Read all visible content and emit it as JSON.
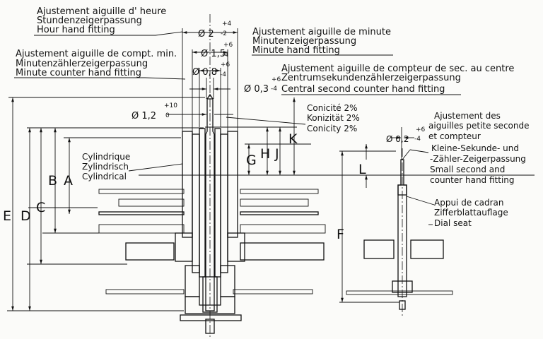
{
  "hour_hand": {
    "fr": "Ajustement aiguille d' heure",
    "de": "Stundenzeigerpassung",
    "en": "Hour hand fitting",
    "diameter": "Ø 2",
    "tol_upper": "+4",
    "tol_lower": "-2"
  },
  "minute_hand": {
    "fr": "Ajustement aiguille de minute",
    "de": "Minutenzeigerpassung",
    "en": "Minute hand fitting",
    "diameter": "Ø 1,5",
    "tol_upper": "+6",
    "tol_lower": "-4"
  },
  "minute_counter": {
    "fr": "Ajustement aiguille de compt. min.",
    "de": "Minutenzählerzeigerpassung",
    "en": "Minute counter hand fitting",
    "diameter": "Ø 0,8",
    "tol_upper": "+6",
    "tol_lower": "-4"
  },
  "central_second": {
    "fr": "Ajustement aiguille de compteur de sec. au centre",
    "de": "Zentrumsekundenzählerzeigerpassung",
    "en": "Central second counter hand fitting",
    "diameter": "Ø 0,3",
    "tol_upper": "+6",
    "tol_lower": "-4"
  },
  "arbor": {
    "diameter": "Ø 1,2",
    "tol_upper": "+10",
    "tol_lower": "0"
  },
  "conicity": {
    "fr": "Conicité 2%",
    "de": "Konizität 2%",
    "en": "Conicity 2%"
  },
  "cylindrical": {
    "fr": "Cylindrique",
    "de": "Zylindrisch",
    "en": "Cylindrical"
  },
  "small_second": {
    "line1": "Ajustement des",
    "line2": "aiguilles petite seconde",
    "line3": "et compteur",
    "line4": "Kleine-Sekunde- und",
    "line5": "-Zähler-Zeigerpassung",
    "line6": "Small second and",
    "line7": "counter hand fitting",
    "diameter": "Ø 0,2",
    "tol_upper": "+6",
    "tol_lower": "-4"
  },
  "dial_seat": {
    "fr": "Appui de cadran",
    "de": "Zifferblattauflage",
    "en": "Dial seat"
  },
  "dimension_letters": {
    "A": "A",
    "B": "B",
    "C": "C",
    "D": "D",
    "E": "E",
    "F": "F",
    "G": "G",
    "H": "H",
    "J": "J",
    "K": "K",
    "L": "L"
  },
  "colors": {
    "ink": "#111111",
    "paper": "#fbfbf9"
  }
}
